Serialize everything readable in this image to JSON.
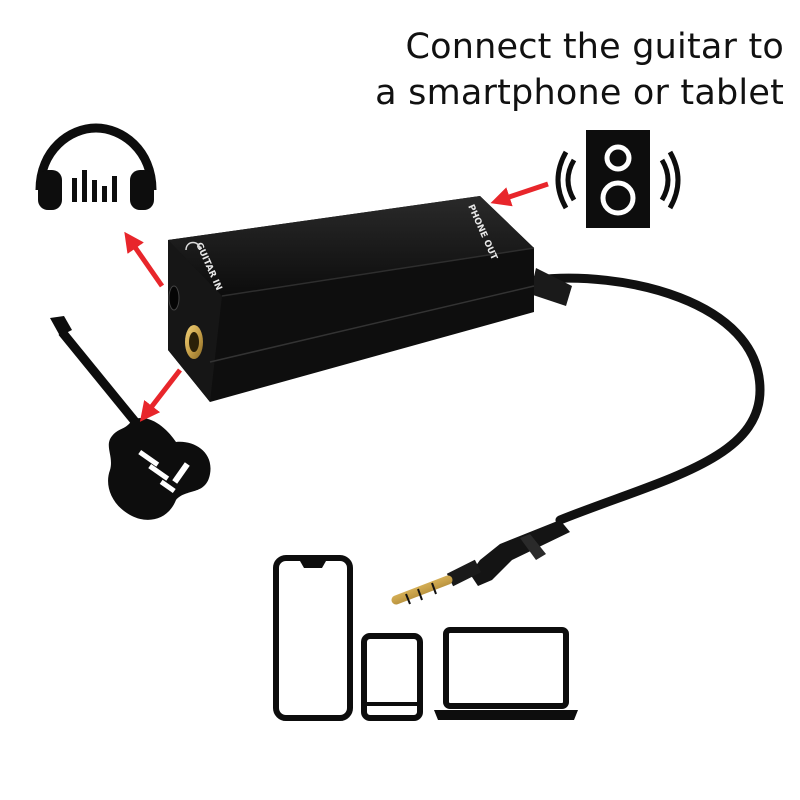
{
  "headline": {
    "line1": "Connect the guitar to",
    "line2": "a smartphone or tablet"
  },
  "device": {
    "guitar_in_label": "GUITAR IN",
    "phone_out_label": "PHONE OUT"
  },
  "icons": [
    "headphones-icon",
    "speaker-icon",
    "electric-guitar-icon",
    "smartphone-icon",
    "tablet-icon",
    "laptop-icon"
  ],
  "colors": {
    "arrow": "#e8262b",
    "icon": "#0d0d0d",
    "device_body": "#101010",
    "jack_gold": "#c9a24a"
  }
}
